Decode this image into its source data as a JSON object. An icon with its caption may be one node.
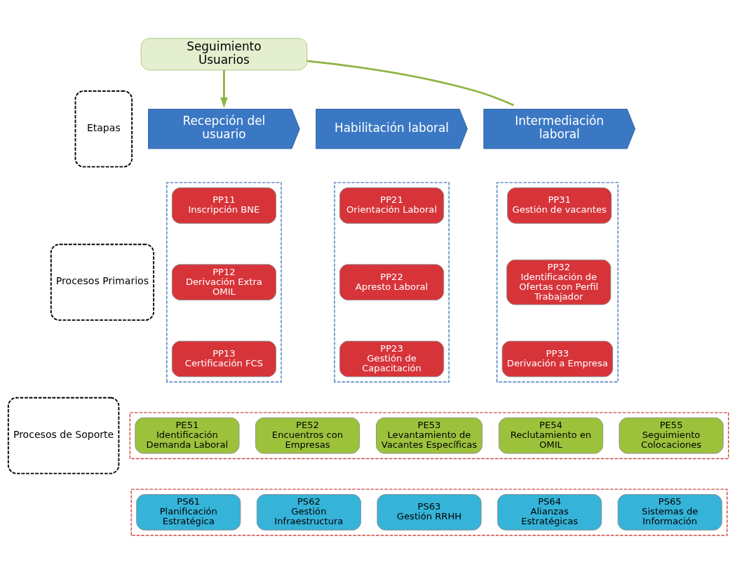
{
  "diagram": {
    "nodes": [
      {
        "text": [
          "Etapas"
        ]
      },
      {
        "text": [
          "Procesos Primarios"
        ]
      },
      {
        "text": [
          "Procesos de Soporte"
        ]
      },
      {
        "text": [
          "Seguimiento  Usuarios"
        ]
      },
      {
        "text": [
          "Recepción del usuario"
        ]
      },
      {
        "text": [
          "Habilitación laboral"
        ]
      },
      {
        "text": [
          "Intermediación laboral"
        ]
      },
      {
        "text": [],
        "shape": "box"
      },
      {
        "text": [
          "PP11",
          "Inscripción BNE"
        ],
        "in": 7
      },
      {
        "text": [
          "PP12",
          "Derivación Extra OMIL"
        ],
        "in": 7
      },
      {
        "text": [
          "PP13",
          "Certificación FCS"
        ],
        "in": 7
      },
      {
        "text": [],
        "shape": "box"
      },
      {
        "text": [
          "PP21",
          "Orientación Laboral"
        ],
        "in": 11
      },
      {
        "text": [
          "PP22",
          "Apresto Laboral"
        ],
        "in": 11
      },
      {
        "text": [
          "PP23",
          "Gestión de Capacitación"
        ],
        "in": 11
      },
      {
        "text": [],
        "shape": "box"
      },
      {
        "text": [
          "PP31",
          "Gestión de vacantes"
        ],
        "in": 15
      },
      {
        "text": [
          "PP32",
          "Identificación de Ofertas con Perfil Trabajador"
        ],
        "in": 15
      },
      {
        "text": [
          "PP33",
          "Derivación a Empresa"
        ],
        "in": 15
      },
      {
        "text": [],
        "shape": "box"
      },
      {
        "text": [
          "PE51",
          "Identificación Demanda Laboral"
        ],
        "in": 19
      },
      {
        "text": [
          "PE52",
          "Encuentros con Empresas"
        ],
        "in": 19
      },
      {
        "text": [
          "PE53",
          "Levantamiento de Vacantes Específicas"
        ],
        "in": 19
      },
      {
        "text": [
          "PE54",
          "Reclutamiento en OMIL"
        ],
        "in": 19
      },
      {
        "text": [
          "PE55",
          "Seguimiento Colocaciones"
        ],
        "in": 19
      },
      {
        "text": [],
        "shape": "box"
      },
      {
        "text": [
          "PS61",
          "Planificación Estratégica"
        ],
        "in": 25
      },
      {
        "text": [
          "PS62",
          "Gestión Infraestructura"
        ],
        "in": 25
      },
      {
        "text": [
          "PS63",
          "Gestión RRHH"
        ],
        "in": 25
      },
      {
        "text": [
          "PS64",
          "Alianzas Estratégicas"
        ],
        "in": 25
      },
      {
        "text": [
          "PS65",
          "Sistemas de Información"
        ],
        "in": 25
      }
    ],
    "edges": [
      {
        "from": 6,
        "to": 3,
        "arrow": "none"
      },
      {
        "from": 3,
        "to": 4,
        "arrow": "to"
      }
    ]
  }
}
